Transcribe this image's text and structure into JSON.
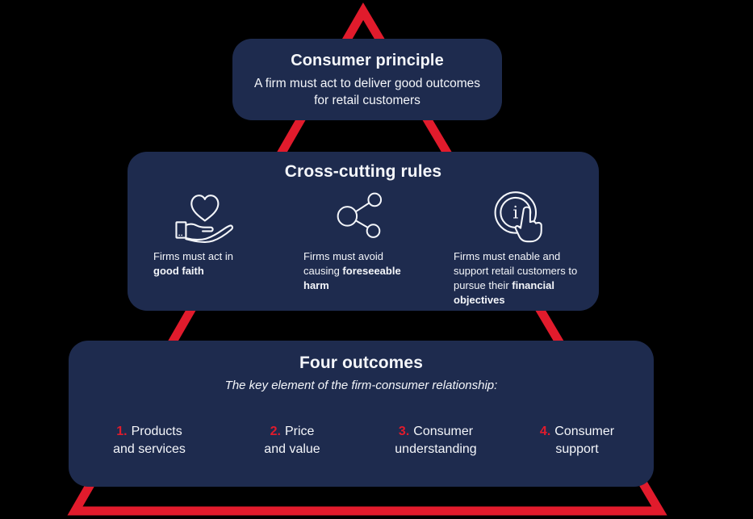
{
  "colors": {
    "background": "#000000",
    "box_navy": "#1e2b4e",
    "accent_red": "#e11b2c",
    "text": "#f4f6fa"
  },
  "principle": {
    "title": "Consumer principle",
    "body": "A firm must act to deliver good outcomes for retail customers"
  },
  "cross_cutting": {
    "title": "Cross-cutting rules",
    "rules": [
      {
        "icon": "heart-in-hand-icon",
        "text": "Firms must act in ",
        "bold": "good faith"
      },
      {
        "icon": "share-network-icon",
        "text": "Firms must avoid causing ",
        "bold": "foreseeable harm"
      },
      {
        "icon": "info-button-click-icon",
        "text": "Firms must enable and support retail customers to pursue their ",
        "bold": "financial objectives"
      }
    ]
  },
  "outcomes": {
    "title": "Four outcomes",
    "subtitle": "The key element of the firm-consumer relationship:",
    "items": [
      {
        "number": "1.",
        "line1": "Products",
        "line2": "and services"
      },
      {
        "number": "2.",
        "line1": "Price",
        "line2": "and value"
      },
      {
        "number": "3.",
        "line1": "Consumer",
        "line2": "understanding"
      },
      {
        "number": "4.",
        "line1": "Consumer",
        "line2": "support"
      }
    ]
  }
}
